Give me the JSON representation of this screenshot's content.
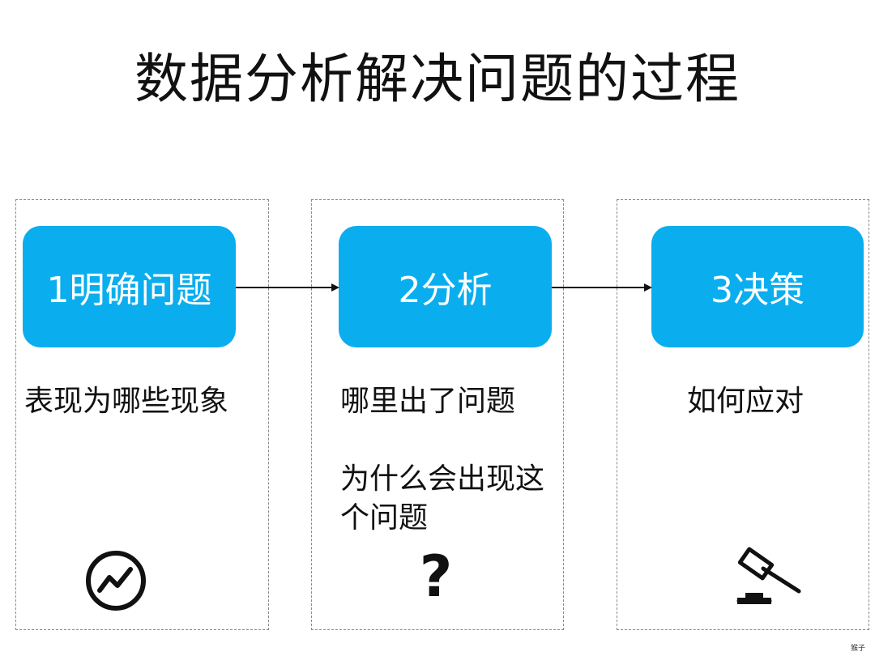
{
  "title": "数据分析解决问题的过程",
  "steps": [
    {
      "label": "1明确问题",
      "description": [
        "表现为哪些现象"
      ],
      "icon": "trend-chart-icon"
    },
    {
      "label": "2分析",
      "description": [
        "哪里出了问题",
        "为什么会出现这个问题"
      ],
      "icon": "question-mark-icon"
    },
    {
      "label": "3决策",
      "description": [
        "如何应对"
      ],
      "icon": "gavel-icon"
    }
  ],
  "question_glyph": "?",
  "watermark": "猴子",
  "colors": {
    "step_box": "#0aaeef",
    "step_text": "#ffffff",
    "text": "#111111",
    "border": "#8a8a8a"
  }
}
